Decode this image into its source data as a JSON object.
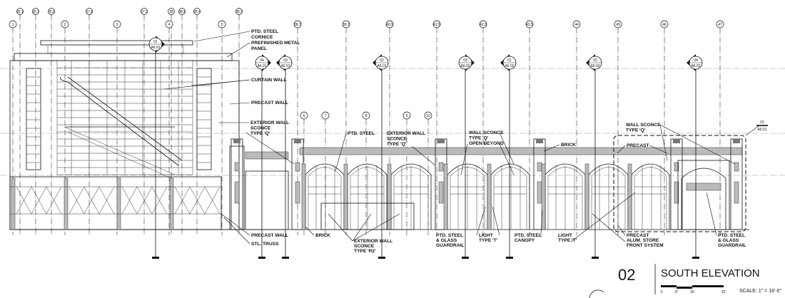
{
  "drawing": {
    "number": "02",
    "title": "SOUTH ELEVATION",
    "scale_text": "SCALE: 1\" = 16'-0\"",
    "scale_ticks": [
      "0",
      "8'",
      "16'",
      "32'"
    ]
  },
  "grid_top": [
    "35.1",
    "35.7",
    "35.8",
    "37.1",
    "37.2",
    "38",
    "38.1",
    "38.4",
    "38.9",
    "38.7",
    "39.7",
    "40.5",
    "41.5",
    "42.5",
    "43.5",
    "44",
    "45",
    "46",
    "47"
  ],
  "grid_second": [
    "1",
    "2",
    "3",
    "4",
    "5"
  ],
  "grid_lower": [
    "6",
    "7",
    "8",
    "9",
    "10"
  ],
  "section_markers": [
    {
      "num": "01",
      "sheet": "A6.01"
    },
    {
      "num": "04",
      "sheet": "A6.01"
    },
    {
      "num": "03",
      "sheet": "A6.01"
    },
    {
      "num": "02",
      "sheet": "A6.01"
    },
    {
      "num": "03",
      "sheet": "A6.02"
    },
    {
      "num": "01",
      "sheet": "A6.02"
    },
    {
      "num": "02",
      "sheet": "A6.02"
    },
    {
      "num": "04",
      "sheet": "A6.02"
    }
  ],
  "detail_callout": {
    "num": "03",
    "sheet": "A5.01"
  },
  "labels": [
    {
      "lines": [
        "PTD. STEEL",
        "CORNICE"
      ]
    },
    {
      "lines": [
        "PREFINISHED METAL",
        "PANEL"
      ]
    },
    {
      "lines": [
        "CURTAIN WALL"
      ]
    },
    {
      "lines": [
        "PRECAST WALL"
      ]
    },
    {
      "lines": [
        "EXTERIOR WALL",
        "SCONCE",
        "TYPE 'Q'"
      ]
    },
    {
      "lines": [
        "PTD. STEEL"
      ]
    },
    {
      "lines": [
        "EXTERIOR WALL",
        "SCONCE",
        "TYPE 'Q'"
      ]
    },
    {
      "lines": [
        "WALL SCONCE",
        "TYPE 'Q'",
        "OPEN BEYOND"
      ]
    },
    {
      "lines": [
        "BRICK"
      ]
    },
    {
      "lines": [
        "WALL SCONCE",
        "TYPE 'Q'"
      ]
    },
    {
      "lines": [
        "PRECAST"
      ]
    },
    {
      "lines": [
        "PRECAST WALL"
      ]
    },
    {
      "lines": [
        "STL. TRUSS"
      ]
    },
    {
      "lines": [
        "BRICK"
      ]
    },
    {
      "lines": [
        "EXTERIOR WALL",
        "SCONCE",
        "TYPE 'R2'"
      ]
    },
    {
      "lines": [
        "PTD. STEEL",
        "& GLASS",
        "GUARDRAIL"
      ]
    },
    {
      "lines": [
        "LIGHT",
        "TYPE 'T'"
      ]
    },
    {
      "lines": [
        "PTD. STEEL",
        "CANOPY"
      ]
    },
    {
      "lines": [
        "LIGHT",
        "TYPE 'T'"
      ]
    },
    {
      "lines": [
        "PRECAST",
        "ALUM. STORE",
        "FRONT SYSTEM"
      ]
    },
    {
      "lines": [
        "PTD. STEEL",
        "& GLASS",
        "GUARDRAIL"
      ]
    }
  ]
}
